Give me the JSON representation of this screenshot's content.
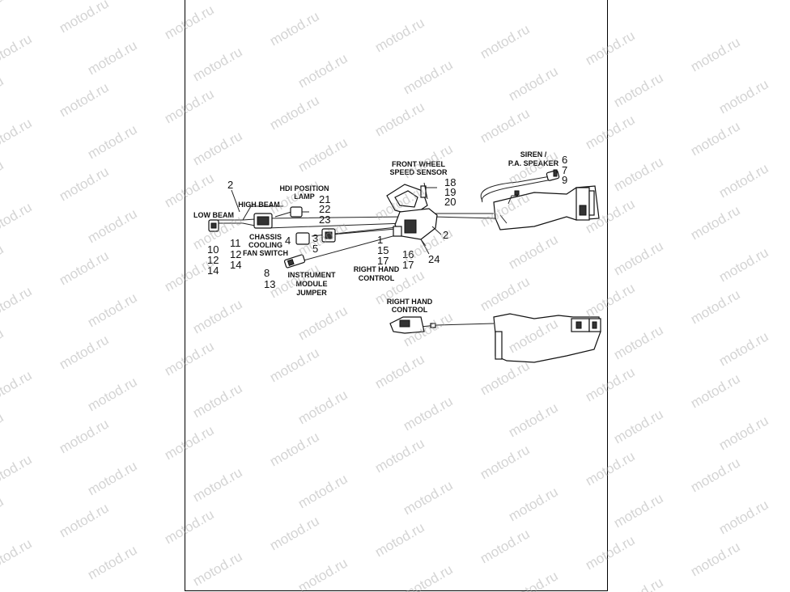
{
  "watermark_text": "motod.ru",
  "labels": {
    "front_wheel_speed_sensor": [
      "FRONT WHEEL",
      "SPEED SENSOR"
    ],
    "siren_pa_speaker": [
      "SIREN /",
      "P.A. SPEAKER"
    ],
    "hdi_position_lamp": [
      "HDI POSITION",
      "LAMP"
    ],
    "high_beam": "HIGH BEAM",
    "low_beam": "LOW BEAM",
    "chassis_cooling_fan_switch": [
      "CHASSIS",
      "COOLING",
      "FAN SWITCH"
    ],
    "instrument_module_jumper": [
      "INSTRUMENT",
      "MODULE",
      "JUMPER"
    ],
    "right_hand_control_upper": [
      "RIGHT HAND",
      "CONTROL"
    ],
    "right_hand_control_lower": [
      "RIGHT HAND",
      "CONTROL"
    ]
  },
  "callouts": {
    "n2_top": "2",
    "n6": "6",
    "n7": "7",
    "n9": "9",
    "n18": "18",
    "n19": "19",
    "n20": "20",
    "n21": "21",
    "n22": "22",
    "n23": "23",
    "n10": "10",
    "n12a": "12",
    "n14a": "14",
    "n11": "11",
    "n12b": "12",
    "n14b": "14",
    "n4": "4",
    "n3": "3",
    "n5": "5",
    "n8": "8",
    "n13": "13",
    "n1": "1",
    "n15": "15",
    "n17a": "17",
    "n16": "16",
    "n17b": "17",
    "n24": "24",
    "n2_right": "2"
  }
}
